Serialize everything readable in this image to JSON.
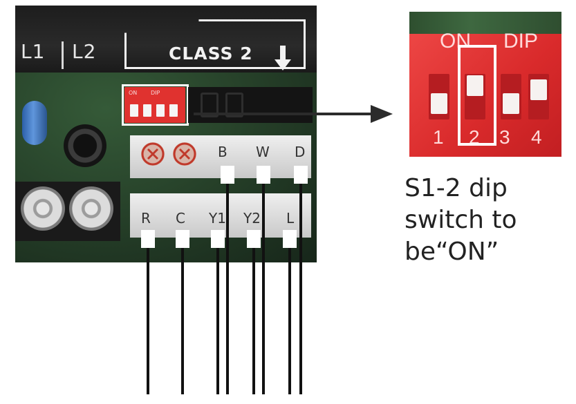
{
  "board": {
    "label_l1": "L1",
    "label_l2": "L2",
    "label_class2": "CLASS 2",
    "dip_small_on": "ON",
    "dip_small_dip": "DIP",
    "terminals_top": [
      "B",
      "W",
      "D"
    ],
    "terminals_bottom": [
      "R",
      "C",
      "Y1",
      "Y2",
      "L"
    ]
  },
  "zoom": {
    "on_label": "ON",
    "dip_label": "DIP",
    "numbers": [
      "1",
      "2",
      "3",
      "4"
    ],
    "highlighted_switch": 2
  },
  "caption": {
    "line1": "S1-2 dip",
    "line2": "switch to",
    "line3": "be“ON”"
  },
  "colors": {
    "dip_red": "#e0322f",
    "wire": "#111111",
    "highlight": "#ffffff"
  },
  "icons": [
    "down-arrow-icon",
    "right-arrow-icon",
    "x-mark-icon"
  ]
}
